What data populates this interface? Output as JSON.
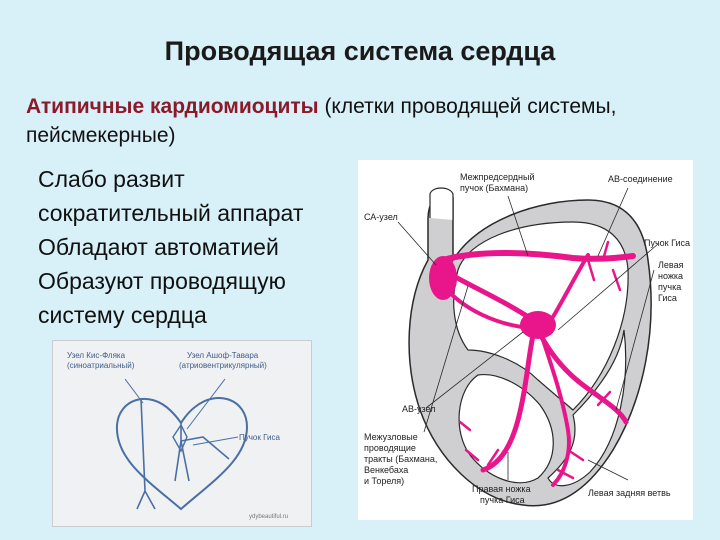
{
  "slide": {
    "title": "Проводящая система сердца",
    "subtitle_bold": "Атипичные кардиомиоциты",
    "subtitle_rest": " (клетки проводящей системы, пейсмекерные)",
    "bullets": [
      "Слабо развит",
      "сократительный аппарат",
      "Обладают автоматией",
      "Образуют проводящую",
      "систему сердца"
    ]
  },
  "small_diagram": {
    "label_sa": "Узел Кис-Фляка",
    "label_sa2": "(синоатриальный)",
    "label_av": "Узел Ашоф-Тавара",
    "label_av2": "(атриовентрикулярный)",
    "label_his": "Пучок Гиса",
    "credit": "ydybeautiful.ru"
  },
  "heart_diagram": {
    "labels": {
      "bachmann_1": "Межпредсердный",
      "bachmann_2": "пучок (Бахмана)",
      "av_junction": "АВ-соединение",
      "sa_node": "СА-узел",
      "his_bundle": "Пучок Гиса",
      "left_leg_1": "Левая",
      "left_leg_2": "ножка",
      "left_leg_3": "пучка",
      "left_leg_4": "Гиса",
      "av_node": "АВ-узел",
      "internodal_1": "Межузловые",
      "internodal_2": "проводящие",
      "internodal_3": "тракты (Бахмана,",
      "internodal_4": "Венкебаха",
      "internodal_5": "и Тореля)",
      "right_leg_1": "Правая ножка",
      "right_leg_2": "пучка Гиса",
      "left_posterior": "Левая задняя ветвь"
    },
    "colors": {
      "conduction": "#e8168a",
      "wall": "#cfcfd2",
      "outline": "#2a2a2a"
    }
  }
}
